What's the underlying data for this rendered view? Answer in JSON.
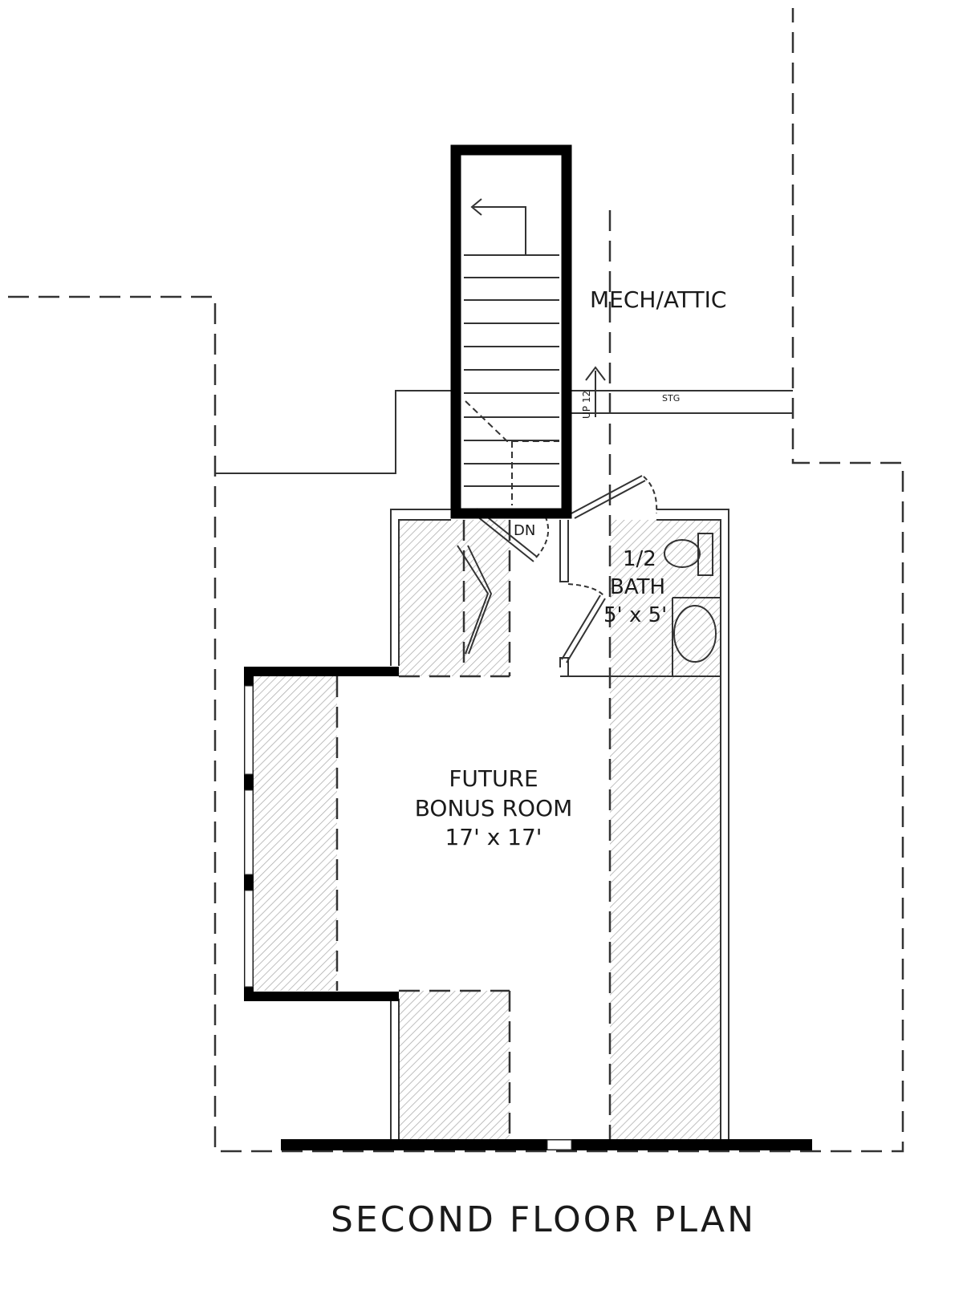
{
  "plan": {
    "title": "SECOND FLOOR PLAN",
    "rooms": {
      "mech_attic": "MECH/ATTIC",
      "storage": "STG",
      "stair_up": "UP 12",
      "stair_down": "DN",
      "bath_line1": "1/2",
      "bath_line2": "BATH",
      "bath_size": "5' x 5'",
      "bonus_line1": "FUTURE",
      "bonus_line2": "BONUS ROOM",
      "bonus_size": "17' x 17'"
    }
  }
}
